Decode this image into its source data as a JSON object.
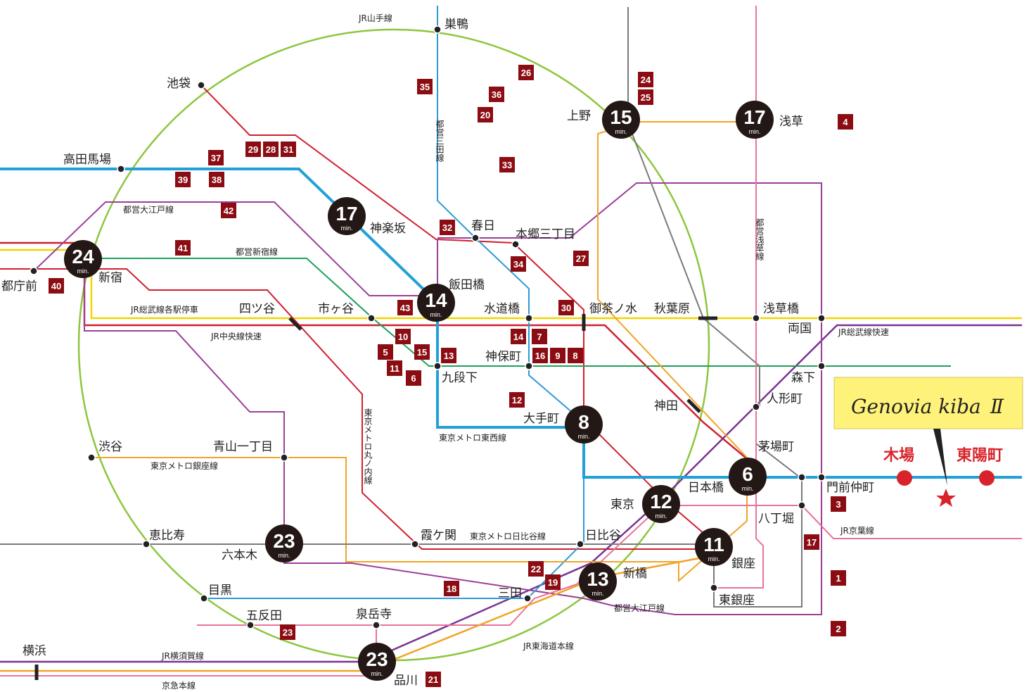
{
  "brand": {
    "name": "Genovia kiba",
    "suffix": "Ⅱ"
  },
  "destinations": {
    "kiba": "木場",
    "toyocho": "東陽町"
  },
  "lines": {
    "yamanote": "JR山手線",
    "mita": "都営三田線",
    "asakusa": "都営浅草線",
    "oedo_upper": "都営大江戸線",
    "oedo_lower": "都営大江戸線",
    "shinjuku": "都営新宿線",
    "sobu_local": "JR総武線各駅停車",
    "chuo_rapid": "JR中央線快速",
    "sobu_rapid": "JR総武線快速",
    "tozai": "東京メトロ東西線",
    "marunouchi": "東京メトロ丸ノ内線",
    "ginza": "東京メトロ銀座線",
    "hibiya": "東京メトロ日比谷線",
    "keiyo": "JR京葉線",
    "tokaido": "JR東海道本線",
    "yokosuka": "JR横須賀線",
    "keikyu": "京急本線"
  },
  "stations": {
    "sugamo": "巣鴨",
    "ikebukuro": "池袋",
    "takadanobaba": "高田馬場",
    "ueno": "上野",
    "asakusa": "浅草",
    "kagurazaka": "神楽坂",
    "kasuga": "春日",
    "hongo": "本郷三丁目",
    "tochomae": "都庁前",
    "shinjuku": "新宿",
    "iidabashi": "飯田橋",
    "suidobashi": "水道橋",
    "ochanomizu": "御茶ノ水",
    "akihabara": "秋葉原",
    "asakusabashi": "浅草橋",
    "ryogoku": "両国",
    "yotsuya": "四ツ谷",
    "ichigaya": "市ヶ谷",
    "jimbocho": "神保町",
    "kudanshita": "九段下",
    "morishita": "森下",
    "ningyocho": "人形町",
    "kanda": "神田",
    "otemachi": "大手町",
    "kayabacho": "茅場町",
    "monzen": "門前仲町",
    "nihombashi": "日本橋",
    "tokyo": "東京",
    "hatchobori": "八丁堀",
    "shibuya": "渋谷",
    "aoyama": "青山一丁目",
    "ebisu": "恵比寿",
    "roppongi": "六本木",
    "kasumigaseki": "霞ケ関",
    "hibiya": "日比谷",
    "ginza": "銀座",
    "shimbashi": "新橋",
    "higashiginza": "東銀座",
    "meguro": "目黒",
    "mita": "三田",
    "gotanda": "五反田",
    "sengakuji": "泉岳寺",
    "yokohama": "横浜",
    "shinagawa": "品川"
  },
  "time_unit": "min.",
  "times": {
    "ueno": "15",
    "asakusa": "17",
    "kagurazaka": "17",
    "shinjuku": "24",
    "iidabashi": "14",
    "otemachi": "8",
    "nihombashi": "6",
    "tokyo": "12",
    "ginza": "11",
    "shimbashi": "13",
    "roppongi": "23",
    "shinagawa": "23"
  },
  "markers": [
    "35",
    "26",
    "36",
    "20",
    "33",
    "24",
    "25",
    "4",
    "37",
    "29",
    "28",
    "31",
    "39",
    "38",
    "42",
    "32",
    "41",
    "27",
    "34",
    "40",
    "43",
    "30",
    "14",
    "7",
    "10",
    "5",
    "15",
    "13",
    "16",
    "9",
    "8",
    "11",
    "6",
    "12",
    "3",
    "17",
    "1",
    "2",
    "18",
    "22",
    "19",
    "23",
    "21"
  ],
  "colors": {
    "yamanote": "#8dc63f",
    "mita": "#2e9ad6",
    "tozai": "#22a0d8",
    "sobu": "#f2d500",
    "chuo": "#e04a24",
    "marunouchi": "#d0202f",
    "oedo": "#9b3f98",
    "shinjuku": "#1fa05a",
    "ginza": "#f0a428",
    "hibiya": "#7a7a7a",
    "asakusa": "#e8739c",
    "marker": "#8b0d13"
  }
}
